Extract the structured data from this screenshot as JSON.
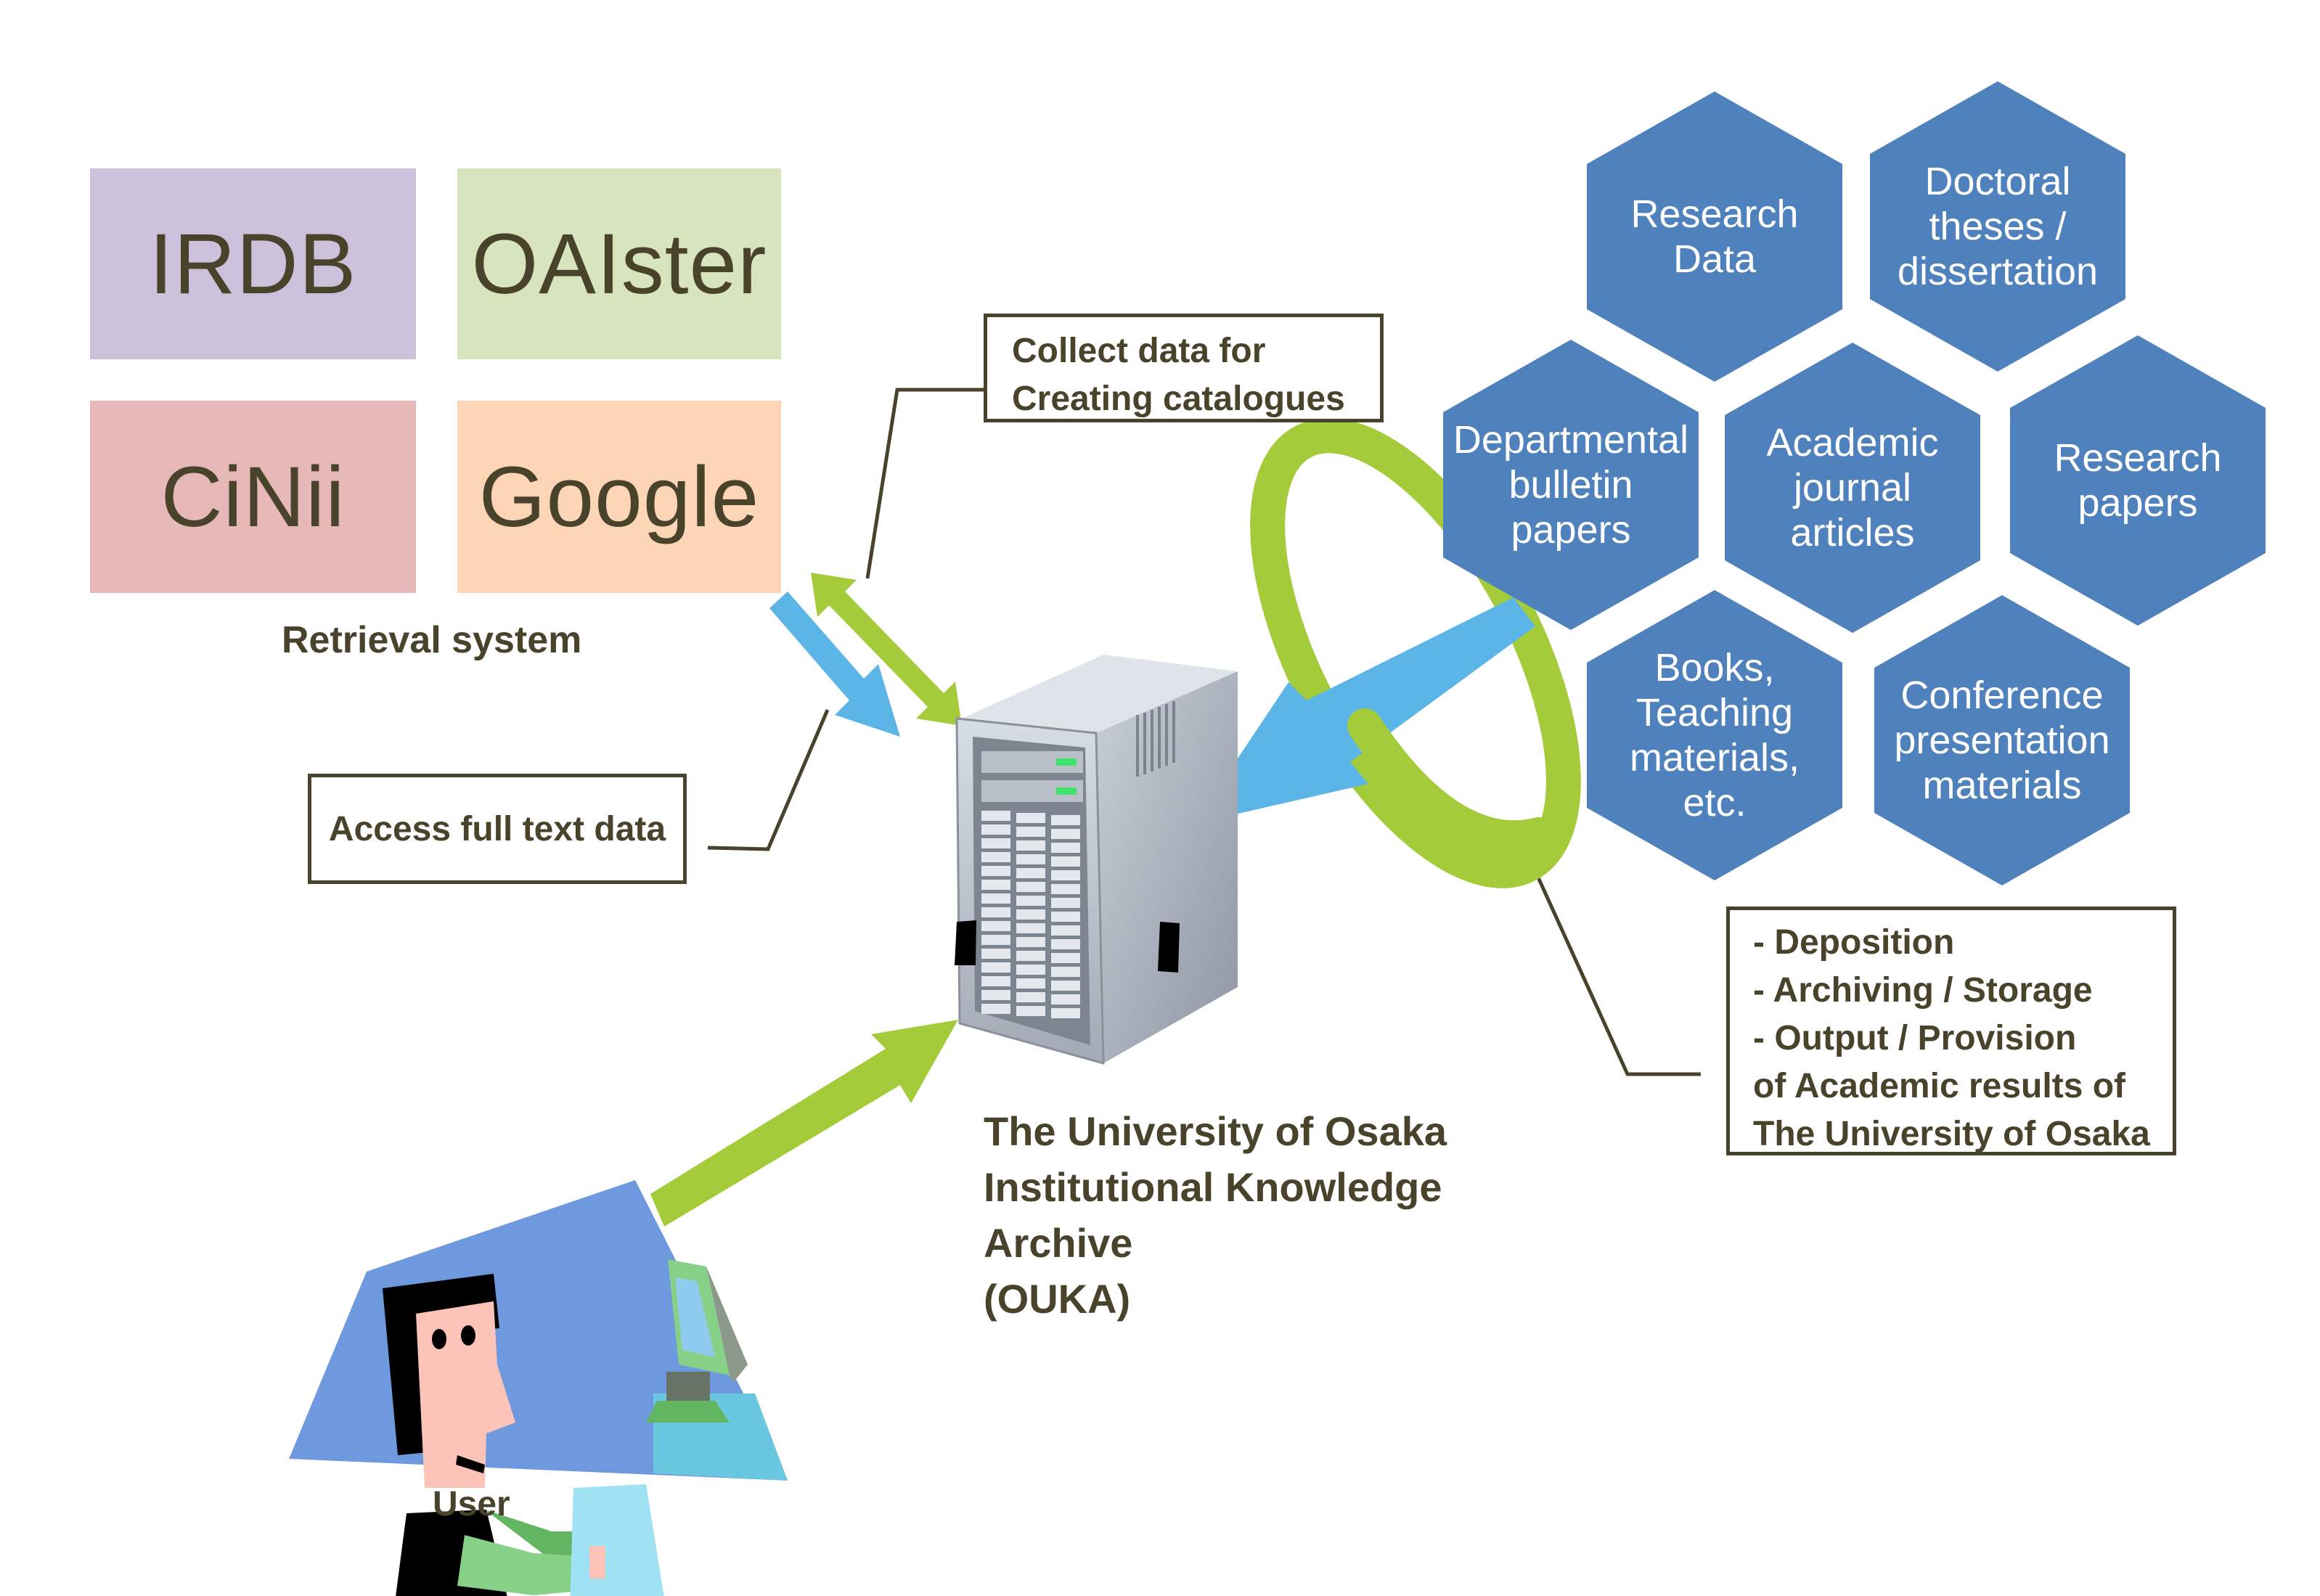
{
  "retrieval": {
    "services": [
      {
        "name": "IRDB",
        "color": "#ccc1da"
      },
      {
        "name": "OAIster",
        "color": "#d7e4bd"
      },
      {
        "name": "CiNii",
        "color": "#e6b9b8"
      },
      {
        "name": "Google",
        "color": "#fbd5b5"
      }
    ],
    "caption": "Retrieval system"
  },
  "callouts": {
    "collect": [
      "Collect data for",
      "Creating catalogues"
    ],
    "access": "Access full text data",
    "functions": [
      "- Deposition",
      "- Archiving / Storage",
      "- Output / Provision",
      "of Academic results of",
      "The University of Osaka"
    ]
  },
  "repository": {
    "title_lines": [
      "The University of Osaka",
      "Institutional Knowledge",
      "Archive",
      "(OUKA)"
    ]
  },
  "user": {
    "label": "User"
  },
  "content_types": [
    {
      "lines": [
        "Research",
        "Data"
      ]
    },
    {
      "lines": [
        "Doctoral",
        "theses /",
        "dissertation"
      ]
    },
    {
      "lines": [
        "Departmental",
        "bulletin",
        "papers"
      ]
    },
    {
      "lines": [
        "Academic",
        "journal",
        "articles"
      ]
    },
    {
      "lines": [
        "Research",
        "papers"
      ]
    },
    {
      "lines": [
        "Books,",
        "Teaching",
        "materials,",
        "etc."
      ]
    },
    {
      "lines": [
        "Conference",
        "presentation",
        "materials"
      ]
    }
  ],
  "colors": {
    "text": "#4a432c",
    "hex_fill": "#4f81bd",
    "arrow_blue": "#5bb5e6",
    "arrow_green": "#a4cc3a"
  }
}
